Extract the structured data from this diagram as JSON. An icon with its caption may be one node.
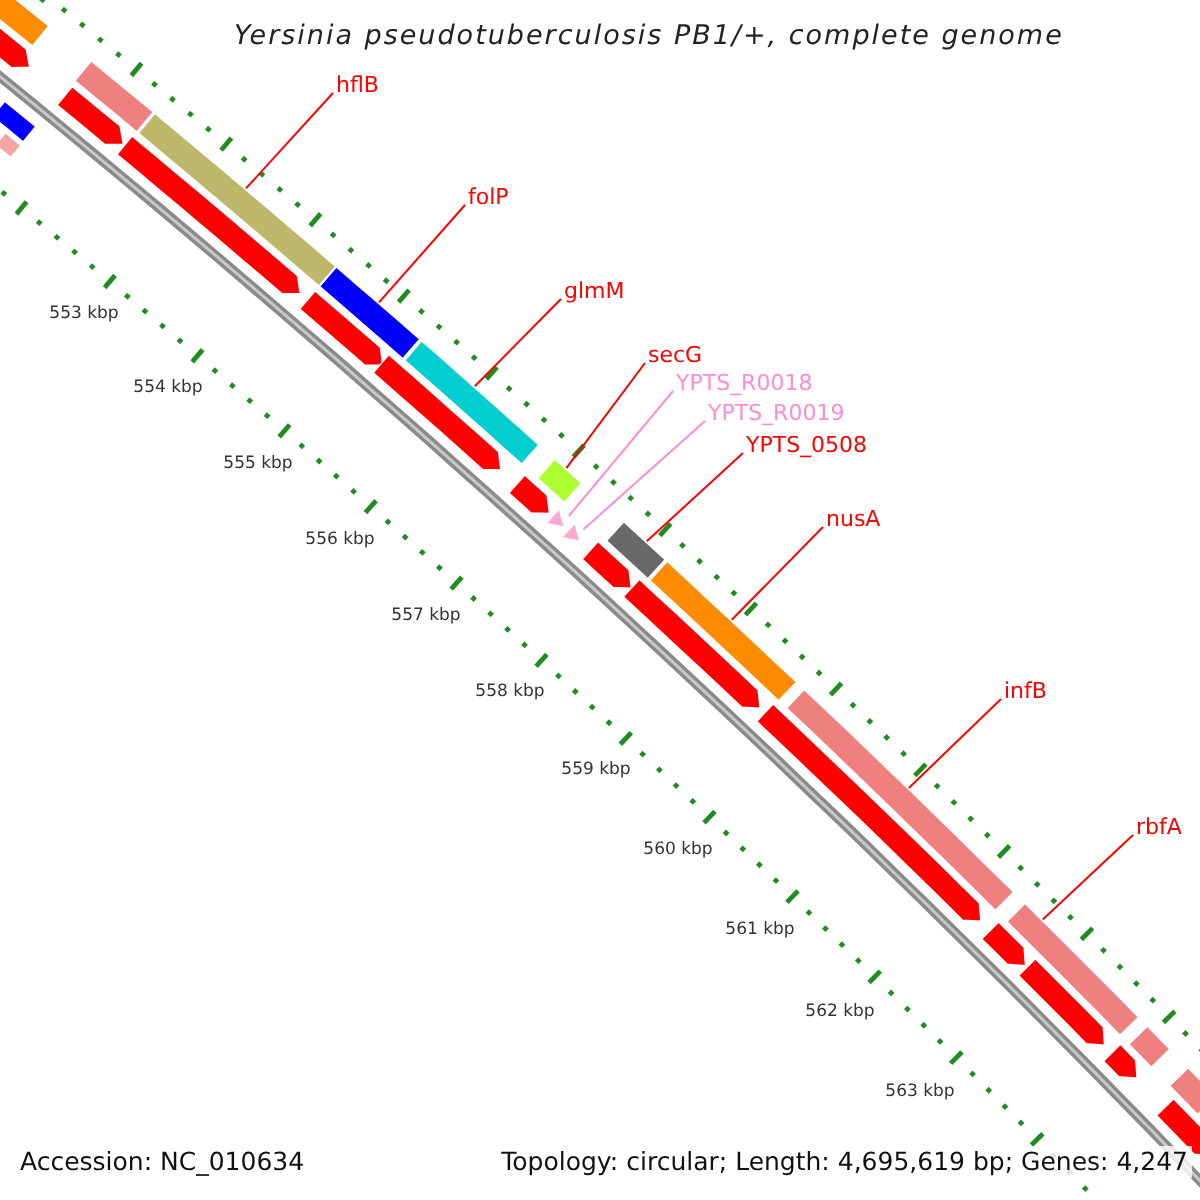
{
  "diagram": {
    "title": "Yersinia pseudotuberculosis PB1/+, complete genome",
    "nodes": [
      {
        "text": [
          "hflB"
        ]
      },
      {
        "text": [],
        "shape": "bar"
      },
      {
        "text": [
          "folP"
        ]
      },
      {
        "text": [],
        "shape": "bar"
      },
      {
        "text": [
          "glmM"
        ]
      },
      {
        "text": [],
        "shape": "bar"
      },
      {
        "text": [
          "secG"
        ]
      },
      {
        "text": [],
        "shape": "bar"
      },
      {
        "text": [
          "YPTS_R0018"
        ]
      },
      {
        "text": [],
        "shape": "triangle"
      },
      {
        "text": [
          "YPTS_R0019"
        ]
      },
      {
        "text": [],
        "shape": "triangle"
      },
      {
        "text": [
          "YPTS_0508"
        ]
      },
      {
        "text": [],
        "shape": "bar"
      },
      {
        "text": [
          "nusA"
        ]
      },
      {
        "text": [],
        "shape": "bar"
      },
      {
        "text": [
          "infB"
        ]
      },
      {
        "text": [],
        "shape": "bar"
      },
      {
        "text": [
          "rbfA"
        ]
      },
      {
        "text": [],
        "shape": "bar"
      },
      {
        "text": [],
        "shape": "bar"
      },
      {
        "text": [],
        "shape": "bar"
      },
      {
        "text": [],
        "shape": "bar"
      },
      {
        "text": [],
        "shape": "bar"
      },
      {
        "text": [],
        "shape": "pentagon"
      },
      {
        "text": [],
        "shape": "pentagon"
      },
      {
        "text": [],
        "shape": "pentagon"
      },
      {
        "text": [],
        "shape": "pentagon"
      },
      {
        "text": [],
        "shape": "pentagon"
      },
      {
        "text": [],
        "shape": "pentagon"
      },
      {
        "text": [],
        "shape": "pentagon"
      },
      {
        "text": [],
        "shape": "pentagon"
      },
      {
        "text": [],
        "shape": "pentagon"
      },
      {
        "text": [],
        "shape": "pentagon"
      },
      {
        "text": [],
        "shape": "pentagon"
      },
      {
        "text": [],
        "shape": "pentagon"
      },
      {
        "text": [],
        "shape": "pentagon"
      },
      {
        "text": [],
        "shape": "bar"
      },
      {
        "text": [],
        "shape": "bar"
      }
    ],
    "edges": [
      {
        "from": 0,
        "to": 1,
        "arrow": "none"
      },
      {
        "from": 2,
        "to": 3,
        "arrow": "none"
      },
      {
        "from": 4,
        "to": 5,
        "arrow": "none"
      },
      {
        "from": 6,
        "to": 7,
        "arrow": "none"
      },
      {
        "from": 8,
        "to": 9,
        "arrow": "none",
        "color": "#ff8ccf"
      },
      {
        "from": 10,
        "to": 11,
        "arrow": "none",
        "color": "#ff8ccf"
      },
      {
        "from": 12,
        "to": 13,
        "arrow": "none"
      },
      {
        "from": 14,
        "to": 15,
        "arrow": "none"
      },
      {
        "from": 16,
        "to": 17,
        "arrow": "none"
      },
      {
        "from": 18,
        "to": 19,
        "arrow": "none"
      }
    ],
    "labels": [
      "553 kbp",
      "554 kbp",
      "555 kbp",
      "556 kbp",
      "557 kbp",
      "558 kbp",
      "559 kbp",
      "560 kbp",
      "561 kbp",
      "562 kbp",
      "563 kbp",
      "Accession: NC_010634",
      "Topology: circular; Length: 4,695,619 bp; Genes: 4,247"
    ]
  }
}
